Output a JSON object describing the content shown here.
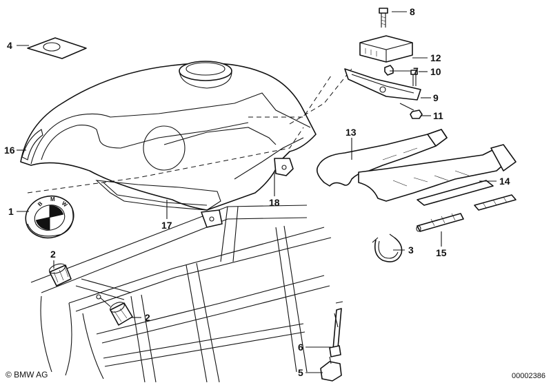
{
  "callouts": {
    "c1": "1",
    "c2a": "2",
    "c2b": "2",
    "c3": "3",
    "c4": "4",
    "c5": "5",
    "c6": "6",
    "c7": "7",
    "c8": "8",
    "c9": "9",
    "c10": "10",
    "c11": "11",
    "c12": "12",
    "c13": "13",
    "c14": "14",
    "c15": "15",
    "c16": "16",
    "c17": "17",
    "c18": "18"
  },
  "emblem_letters": {
    "b": "B",
    "m": "M",
    "w": "W"
  },
  "footer": {
    "copyright": "© BMW AG",
    "diagram_number": "00002386"
  }
}
